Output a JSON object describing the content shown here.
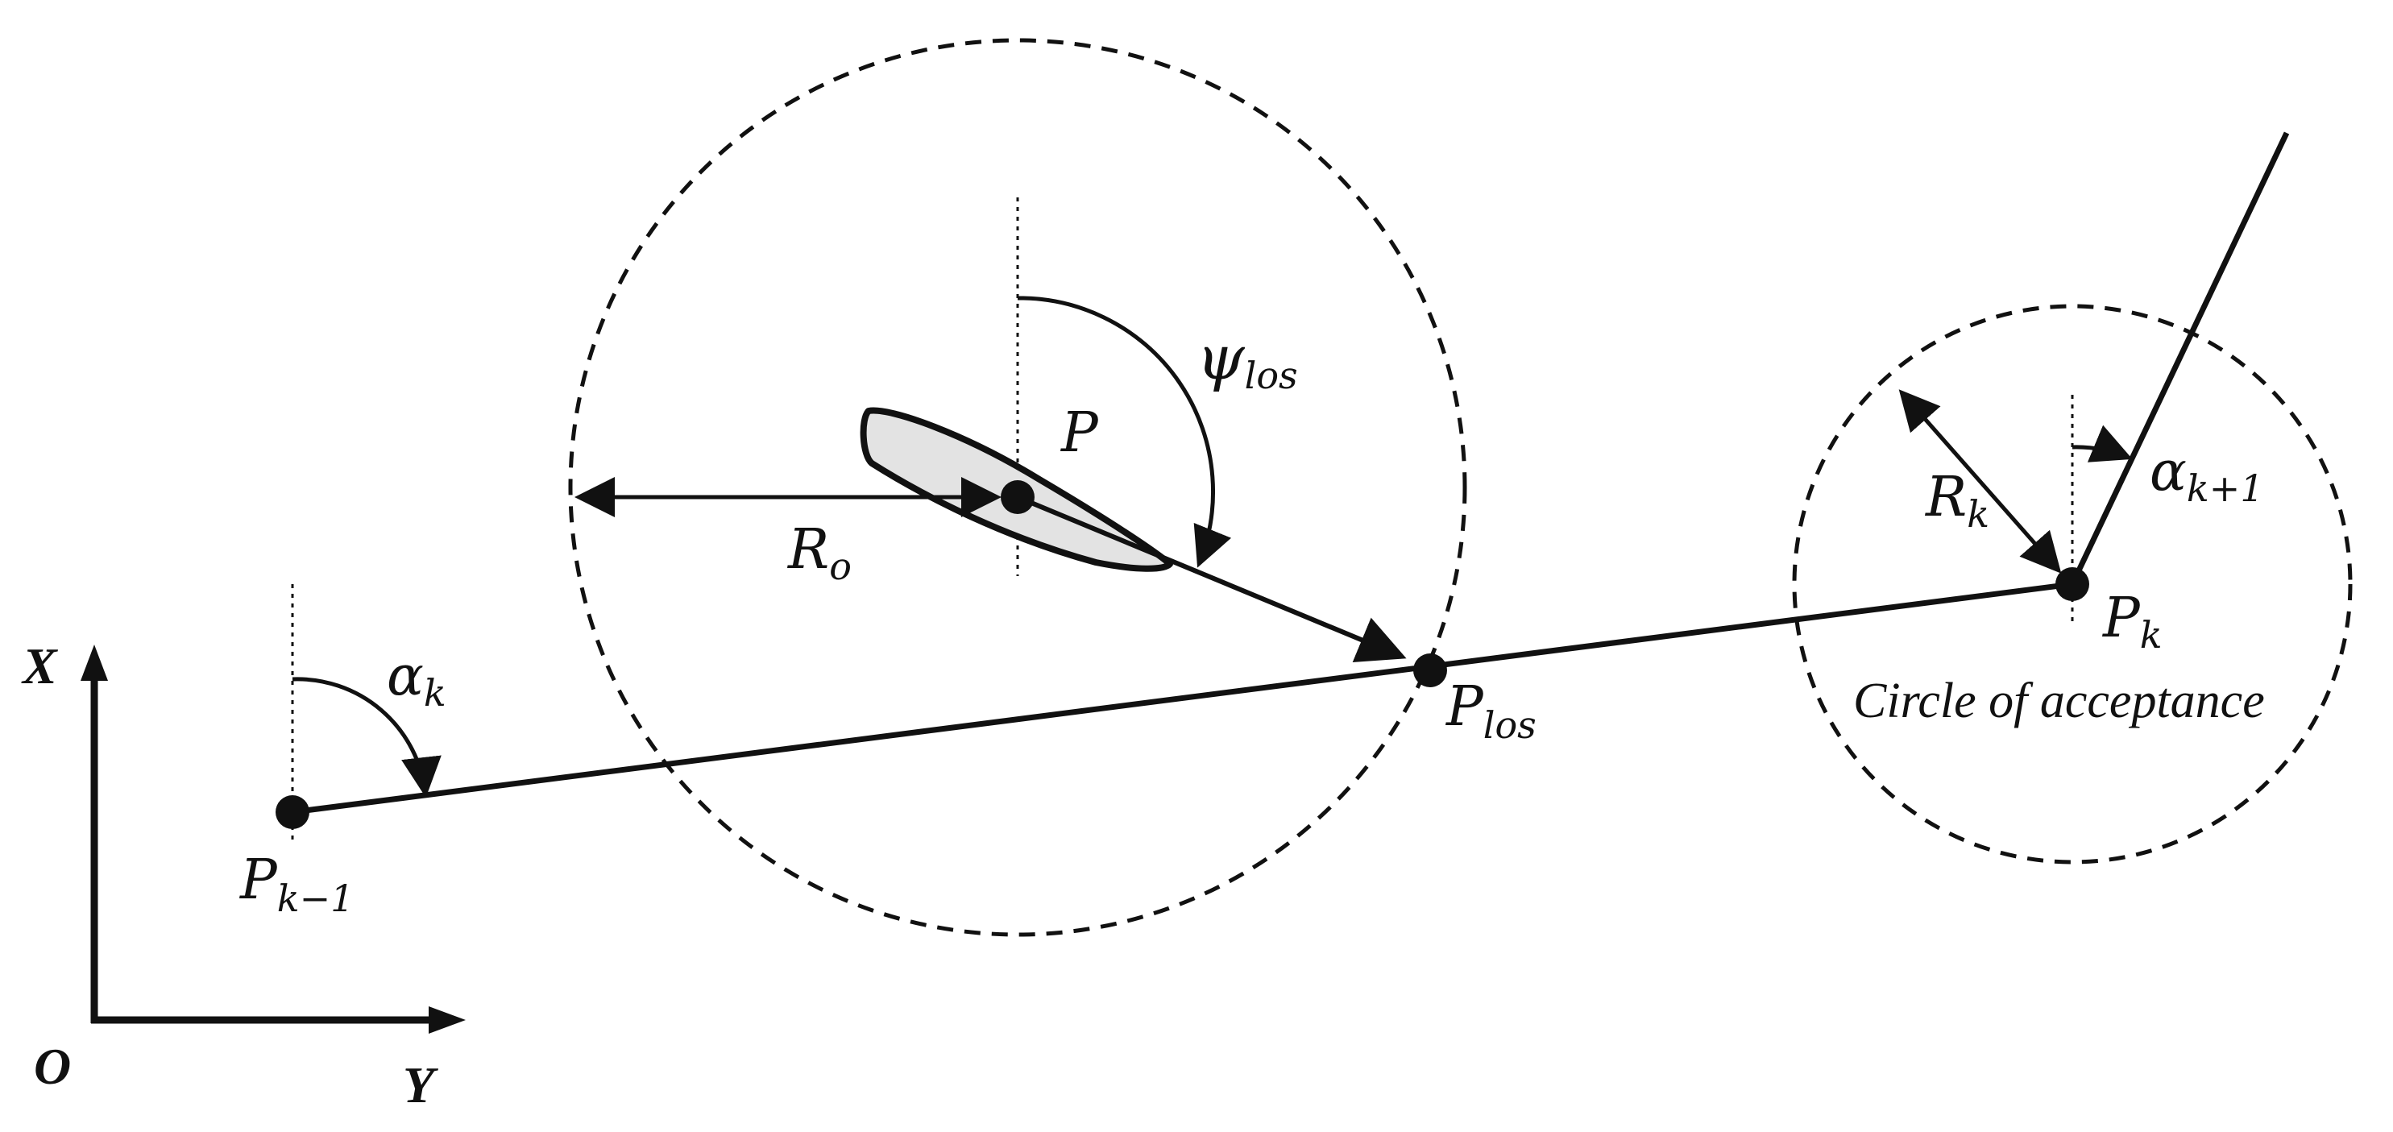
{
  "axes": {
    "origin": "O",
    "x_axis": "X",
    "y_axis": "Y"
  },
  "points": {
    "p_prev": {
      "base": "P",
      "sub": "k−1"
    },
    "p_k": {
      "base": "P",
      "sub": "k"
    },
    "p_los": {
      "base": "P",
      "sub": "los"
    },
    "p_vessel": {
      "base": "P",
      "sub": ""
    }
  },
  "angles": {
    "alpha_k": {
      "base": "α",
      "sub": "k"
    },
    "alpha_k1": {
      "base": "α",
      "sub": "k+1"
    },
    "psi_los": {
      "base": "ψ",
      "sub": "los"
    }
  },
  "radii": {
    "r_o": {
      "base": "R",
      "sub": "o"
    },
    "r_k": {
      "base": "R",
      "sub": "k"
    }
  },
  "circle_label": "Circle of acceptance"
}
